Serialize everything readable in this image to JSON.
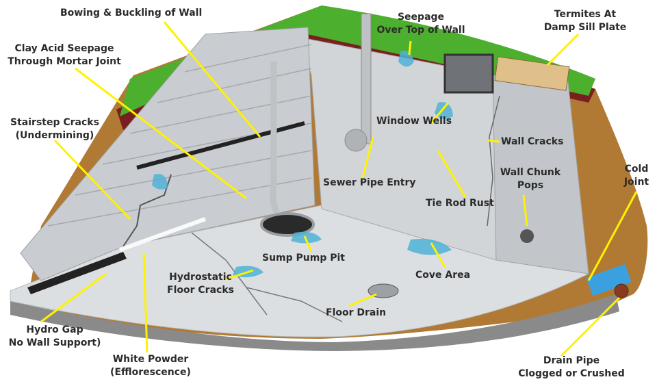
{
  "colors": {
    "grass": "#4caf2e",
    "soil": "#b07a34",
    "soil_top": "#7a1f1f",
    "gravel": "#8a8a8a",
    "slab": "#dcdfe2",
    "wall": "#c9ccd0",
    "water": "#4fb3d6",
    "callout": "#fff200",
    "text": "#2b2b2b"
  },
  "labels": {
    "bowing": "Bowing & Buckling of Wall",
    "clay_1": "Clay Acid Seepage",
    "clay_2": "Through Mortar Joint",
    "stair_1": "Stairstep Cracks",
    "stair_2": "(Undermining)",
    "seep_1": "Seepage",
    "seep_2": "Over Top of Wall",
    "termites_1": "Termites At",
    "termites_2": "Damp Sill Plate",
    "window": "Window Wells",
    "wallcracks": "Wall Cracks",
    "sewer": "Sewer Pipe Entry",
    "tierod": "Tie Rod Rust",
    "chunk_1": "Wall Chunk",
    "chunk_2": "Pops",
    "cold_1": "Cold",
    "cold_2": "Joint",
    "sump": "Sump Pump Pit",
    "hydro_1": "Hydrostatic",
    "hydro_2": "Floor Cracks",
    "cove": "Cove Area",
    "floordrain": "Floor Drain",
    "gap_1": "Hydro Gap",
    "gap_2": "No Wall Support)",
    "white_1": "White Powder",
    "white_2": "(Efflorescence)",
    "drain_1": "Drain Pipe",
    "drain_2": "Clogged or Crushed"
  }
}
